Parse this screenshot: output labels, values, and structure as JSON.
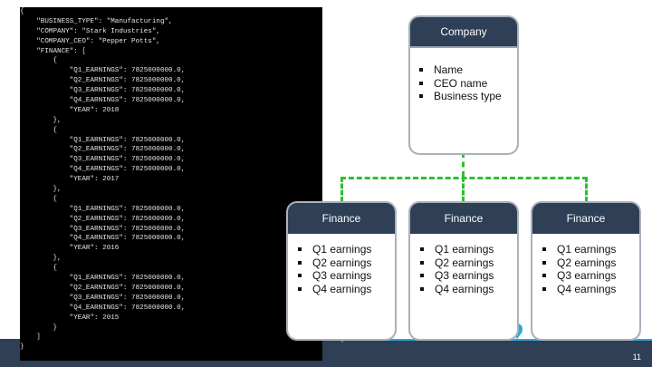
{
  "code_lines": [
    "{",
    "    \"BUSINESS_TYPE\": \"Manufacturing\",",
    "    \"COMPANY\": \"Stark Industries\",",
    "    \"COMPANY_CEO\": \"Pepper Potts\",",
    "    \"FINANCE\": [",
    "        {",
    "            \"Q1_EARNINGS\": 7825000000.0,",
    "            \"Q2_EARNINGS\": 7825000000.0,",
    "            \"Q3_EARNINGS\": 7825000000.0,",
    "            \"Q4_EARNINGS\": 7825000000.0,",
    "            \"YEAR\": 2018",
    "        },",
    "        {",
    "            \"Q1_EARNINGS\": 7825000000.0,",
    "            \"Q2_EARNINGS\": 7825000000.0,",
    "            \"Q3_EARNINGS\": 7825000000.0,",
    "            \"Q4_EARNINGS\": 7825000000.0,",
    "            \"YEAR\": 2017",
    "        },",
    "        {",
    "            \"Q1_EARNINGS\": 7825000000.0,",
    "            \"Q2_EARNINGS\": 7825000000.0,",
    "            \"Q3_EARNINGS\": 7825000000.0,",
    "            \"Q4_EARNINGS\": 7825000000.0,",
    "            \"YEAR\": 2016",
    "        },",
    "        {",
    "            \"Q1_EARNINGS\": 7825000000.0,",
    "            \"Q2_EARNINGS\": 7825000000.0,",
    "            \"Q3_EARNINGS\": 7825000000.0,",
    "            \"Q4_EARNINGS\": 7825000000.0,",
    "            \"YEAR\": 2015",
    "        }",
    "    ]",
    "}"
  ],
  "company_node": {
    "title": "Company",
    "items": [
      "Name",
      "CEO name",
      "Business type"
    ]
  },
  "finance_nodes": [
    {
      "title": "Finance",
      "items": [
        "Q1 earnings",
        "Q2 earnings",
        "Q3 earnings",
        "Q4 earnings"
      ]
    },
    {
      "title": "Finance",
      "items": [
        "Q1 earnings",
        "Q2 earnings",
        "Q3 earnings",
        "Q4 earnings"
      ]
    },
    {
      "title": "Finance",
      "items": [
        "Q1 earnings",
        "Q2 earnings",
        "Q3 earnings",
        "Q4 earnings"
      ]
    }
  ],
  "page_number": "11",
  "colors": {
    "node_header": "#2e3f56",
    "connector": "#2ec02e",
    "footer_bar": "#2e3f56",
    "footer_accent": "#29a8d8"
  }
}
